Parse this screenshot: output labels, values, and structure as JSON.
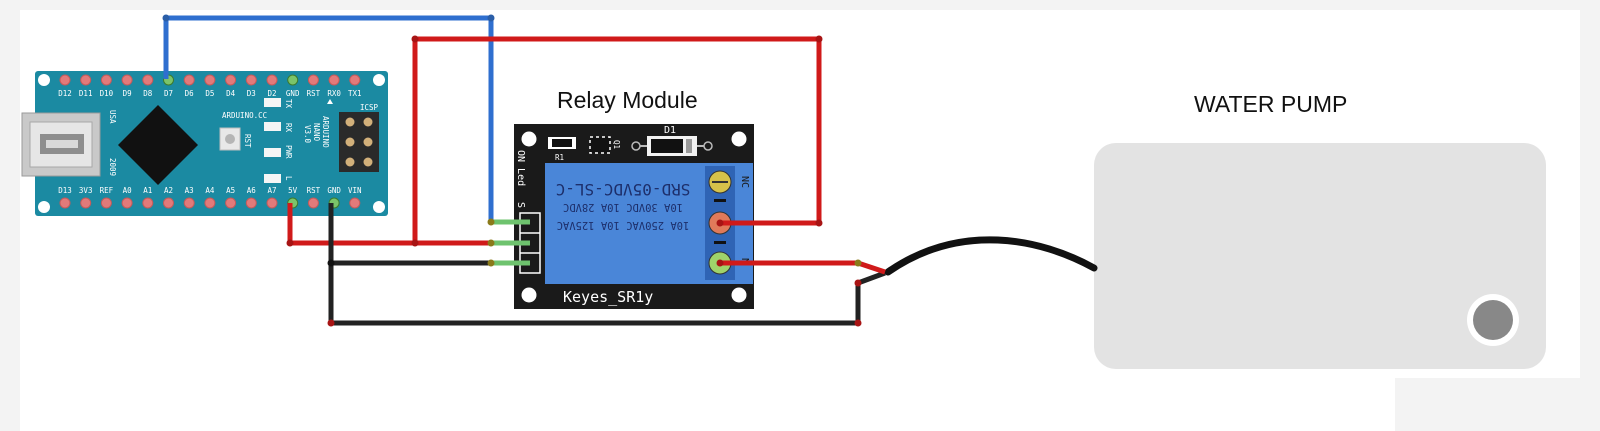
{
  "labels": {
    "relay_module_title": "Relay Module",
    "water_pump_title": "WATER PUMP"
  },
  "arduino": {
    "top_pins": [
      "D12",
      "D11",
      "D10",
      "D9",
      "D8",
      "D7",
      "D6",
      "D5",
      "D4",
      "D3",
      "D2",
      "GND",
      "RST",
      "RX0",
      "TX1"
    ],
    "bottom_pins": [
      "D13",
      "3V3",
      "REF",
      "A0",
      "A1",
      "A2",
      "A3",
      "A4",
      "A5",
      "A6",
      "A7",
      "5V",
      "RST",
      "GND",
      "VIN"
    ],
    "brand": "ARDUINO.CC",
    "model_line1": "ARDUINO",
    "model_line2": "NANO",
    "model_line3": "V3.0",
    "year": "2009",
    "usa": "USA",
    "icsp": "ICSP",
    "rst_label": "RST",
    "led_tx": "TX",
    "led_rx": "RX",
    "led_pwr": "PWR",
    "led_l": "L"
  },
  "relay": {
    "model": "SRD-05VDC-SL-C",
    "rating1": "10A 30VDC 10A 28VDC",
    "rating2": "10A 250VAC 10A 125VAC",
    "brand": "Keyes_SR1y",
    "d1": "D1",
    "q1": "Q1",
    "r1": "R1",
    "on_led": "ON Led",
    "s_label": "S",
    "nc_label": "NC",
    "no_label": "N"
  },
  "colors": {
    "arduino_board": "#1b8aa2",
    "relay_board": "#1a1a1a",
    "relay_coil": "#4a86d8",
    "wire_signal": "#2f6fcf",
    "wire_power": "#d01a1a",
    "wire_ground": "#222222",
    "pump_body": "#e3e3e3"
  }
}
